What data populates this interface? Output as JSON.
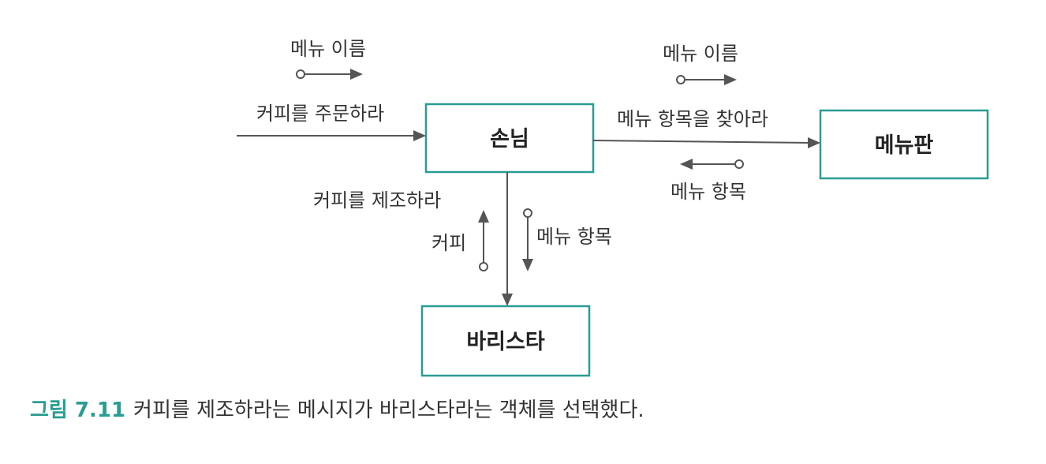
{
  "objects": {
    "customer": "손님",
    "menu": "메뉴판",
    "barista": "바리스타"
  },
  "messages": {
    "order_coffee": "커피를 주문하라",
    "find_menu_item": "메뉴 항목을 찾아라",
    "make_coffee": "커피를 제조하라"
  },
  "flows": {
    "order_menu_name": "메뉴 이름",
    "find_menu_name": "메뉴 이름",
    "find_menu_item_return": "메뉴 항목",
    "make_menu_item": "메뉴 항목",
    "make_coffee_return": "커피"
  },
  "caption": {
    "number": "그림 7.11",
    "text": "커피를 제조하라는 메시지가 바리스타라는 객체를 선택했다."
  },
  "colors": {
    "accent": "#2a9c92",
    "line": "#555555",
    "text": "#333333"
  }
}
